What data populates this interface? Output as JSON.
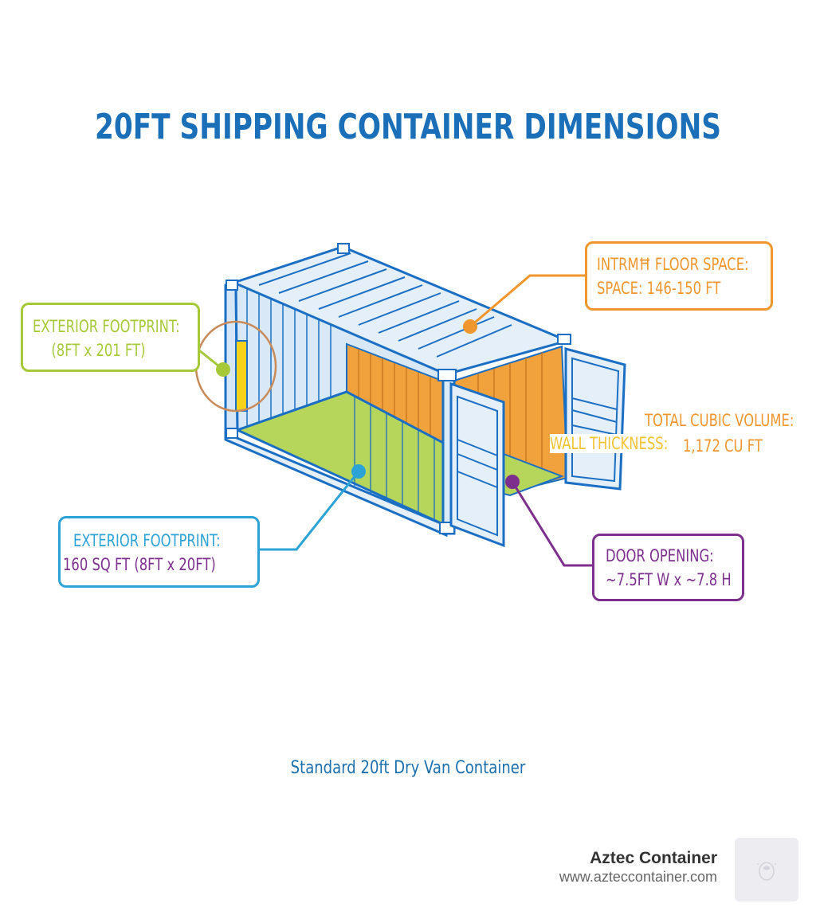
{
  "title": "20FT SHIPPING CONTAINER DIMENSIONS",
  "caption": "Standard 20ft Dry Van Container",
  "colors": {
    "title": "#1a6fb8",
    "container_outline": "#1a6fc4",
    "container_fill": "#dbeaf8",
    "floor": "#b5d65a",
    "walls_interior": "#f2a23c",
    "green": "#a6c93a",
    "orange": "#f0962e",
    "blue": "#2ba3d6",
    "purple": "#7d2f8e",
    "yellow": "#f1c232",
    "brown": "#c98a5a"
  },
  "callouts": {
    "interior_floor": {
      "line1": "INTRMĦ FLOOR SPACE:",
      "line2": "SPACE:  146-150 FT"
    },
    "exterior_footprint_top": {
      "line1": "EXTERIOR FOOTPRINT:",
      "line2": "(8FT x 201 FT)"
    },
    "total_cubic_volume": {
      "line1": "TOTAL CUBIC VOLUME:",
      "line2": "1,172 CU FT"
    },
    "wall_thickness": {
      "label": "WALL THICKNESS:"
    },
    "exterior_footprint_bottom": {
      "line1": "EXTERIOR FOOTPRINT:",
      "line2": "160 SQ FT (8FT x 20FT)"
    },
    "door_opening": {
      "line1": "DOOR OPENING:",
      "line2": "~7.5FT W x ~7.8 H"
    }
  },
  "brand": {
    "name": "Aztec Container",
    "url": "www.azteccontainer.com",
    "logo_icon": "mascot-logo-icon"
  }
}
